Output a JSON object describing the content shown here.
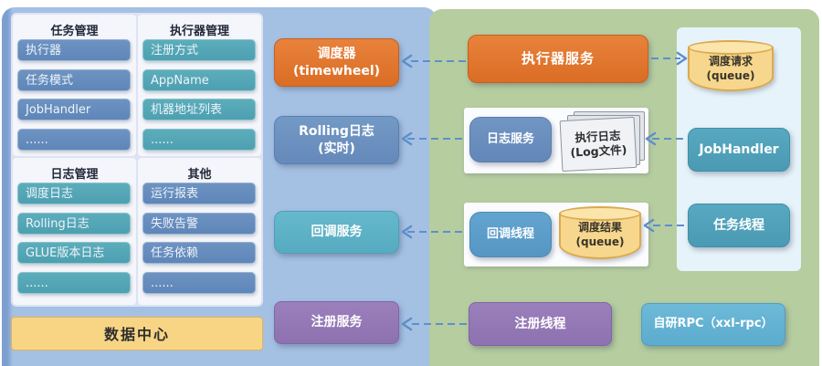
{
  "palette": {
    "admin_bg": "#a4c0e3",
    "executor_bg": "#b6cda0",
    "orange": "#dd6e26",
    "steel_blue": "#6589ba",
    "teal": "#56abc0",
    "purple": "#8d71b0",
    "cyan": "#4a9ab4",
    "sky_blue": "#5cacce",
    "queue_yellow": "#f7d78d",
    "datacenter_yellow": "#f8d585",
    "arrow_blue": "#5e8fca"
  },
  "left_panel": {
    "groups": [
      {
        "title": "任务管理",
        "items": [
          "执行器",
          "任务模式",
          "JobHandler",
          "......"
        ]
      },
      {
        "title": "执行器管理",
        "items": [
          "注册方式",
          "AppName",
          "机器地址列表",
          "......"
        ]
      },
      {
        "title": "日志管理",
        "items": [
          "调度日志",
          "Rolling日志",
          "GLUE版本日志",
          "......"
        ]
      },
      {
        "title": "其他",
        "items": [
          "运行报表",
          "失败告警",
          "任务依赖",
          "......"
        ]
      }
    ],
    "footer": "数据中心"
  },
  "scheduler_column": {
    "scheduler": {
      "line1": "调度器",
      "line2": "(timewheel)"
    },
    "rolling_log": {
      "line1": "Rolling日志",
      "line2": "(实时)"
    },
    "callback_service": "回调服务",
    "register_service": "注册服务"
  },
  "executor_column": {
    "executor_service": "执行器服务",
    "log_service": "日志服务",
    "log_files": {
      "line1": "执行日志",
      "line2": "(Log文件)"
    },
    "callback_thread": "回调线程",
    "result_queue": {
      "line1": "调度结果",
      "line2": "(queue)"
    },
    "register_thread": "注册线程",
    "rpc": "自研RPC（xxl-rpc）"
  },
  "executor_panel": {
    "request_queue": {
      "line1": "调度请求",
      "line2": "(queue)"
    },
    "job_handler": "JobHandler",
    "task_thread": "任务线程"
  }
}
